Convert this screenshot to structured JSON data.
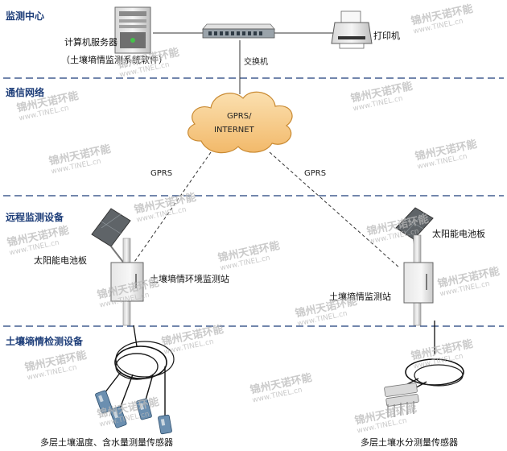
{
  "sections": {
    "monitoring_center": "监测中心",
    "comm_network": "通信网络",
    "remote_equipment": "远程监测设备",
    "soil_detection": "土壤墒情检测设备"
  },
  "nodes": {
    "server_label": "计算机服务器",
    "server_sub": "（土壤墒情监测系统软件）",
    "switch_label": "交换机",
    "printer_label": "打印机",
    "cloud_line1": "GPRS/",
    "cloud_line2": "INTERNET",
    "link_left": "GPRS",
    "link_right": "GPRS",
    "solar_left": "太阳能电池板",
    "station_left": "土壤墒情环境监测站",
    "solar_right": "太阳能电池板",
    "station_right": "土壤墒情监测站",
    "sensor_left": "多层土壤温度、含水量测量传感器",
    "sensor_right": "多层土壤水分测量传感器"
  },
  "watermark": {
    "cn": "锦州天诺环能",
    "en": "www.TINEL.cn"
  },
  "colors": {
    "section_text": "#1f3f7a",
    "divider": "#1f3f7a",
    "watermark": "#b9b9b9"
  }
}
